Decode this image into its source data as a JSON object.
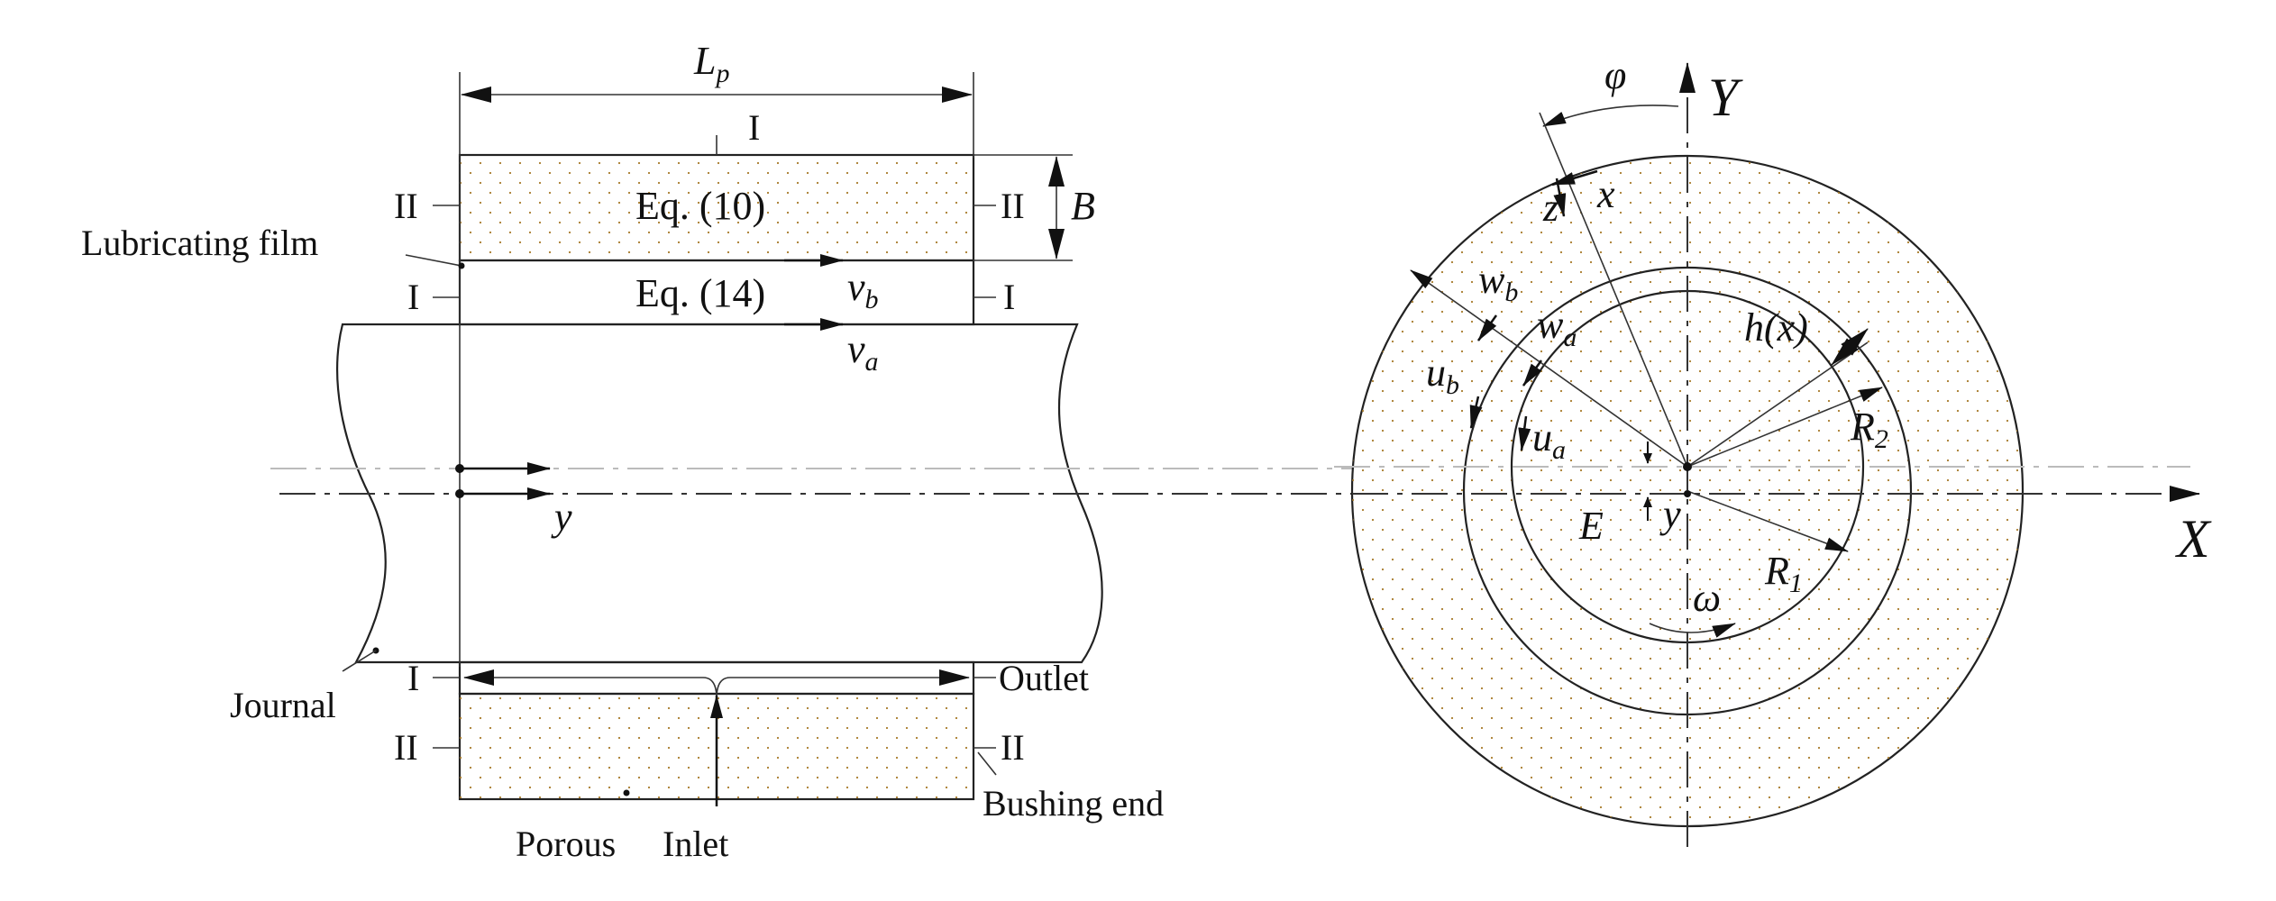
{
  "colors": {
    "porous": "#FFC95C",
    "film": "#58ADE3",
    "journal": "#DADADA",
    "stroke": "#222222"
  },
  "left": {
    "length_label": "Lp",
    "section_I": "I",
    "section_II": "II",
    "eq_porous": "Eq. (10)",
    "eq_film": "Eq. (14)",
    "thickness_label": "B",
    "lubricating_film": "Lubricating film",
    "velocity_b": "v",
    "velocity_b_sub": "b",
    "velocity_a": "v",
    "velocity_a_sub": "a",
    "axis_y": "y",
    "journal": "Journal",
    "outlet": "Outlet",
    "bushing_end": "Bushing end",
    "porous": "Porous",
    "inlet": "Inlet"
  },
  "right": {
    "phi": "φ",
    "axis_Y": "Y",
    "axis_X": "X",
    "z": "z",
    "x": "x",
    "wb": "w",
    "wb_sub": "b",
    "wa": "w",
    "wa_sub": "a",
    "ub": "u",
    "ub_sub": "b",
    "ua": "u",
    "ua_sub": "a",
    "h": "h(x)",
    "R2": "R",
    "R2_sub": "2",
    "R1": "R",
    "R1_sub": "1",
    "E": "E",
    "y": "y",
    "omega": "ω"
  }
}
